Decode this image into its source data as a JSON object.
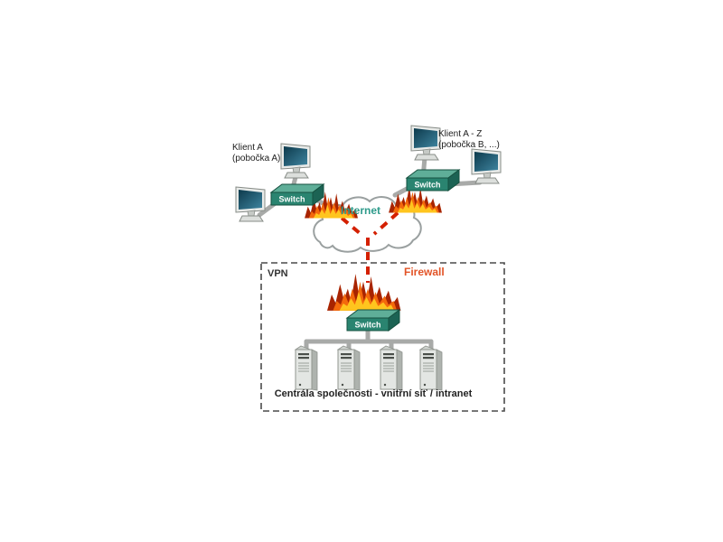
{
  "diagram": {
    "client_left": {
      "line1": "Klient A",
      "line2": "(pobočka A)"
    },
    "client_right": {
      "line1": "Klient A - Z",
      "line2": "(pobočka B, ...)"
    },
    "internet_label": "Internet",
    "firewall_label": "Firewall",
    "vpn_label": "VPN",
    "switch_label": "Switch",
    "caption": "Centrála společnosti - vnitřní síť / intranet",
    "icons": [
      "monitor-icon",
      "switch-icon",
      "server-icon",
      "flame-icon",
      "internet-cloud-icon"
    ],
    "colors": {
      "internet_text": "#2e9b8b",
      "firewall_text": "#e25427",
      "tunnel_dash": "#d42000",
      "connector": "#a8aaa8",
      "switch_body": "#2a8470",
      "vpn_border": "#4a4a4a"
    }
  }
}
